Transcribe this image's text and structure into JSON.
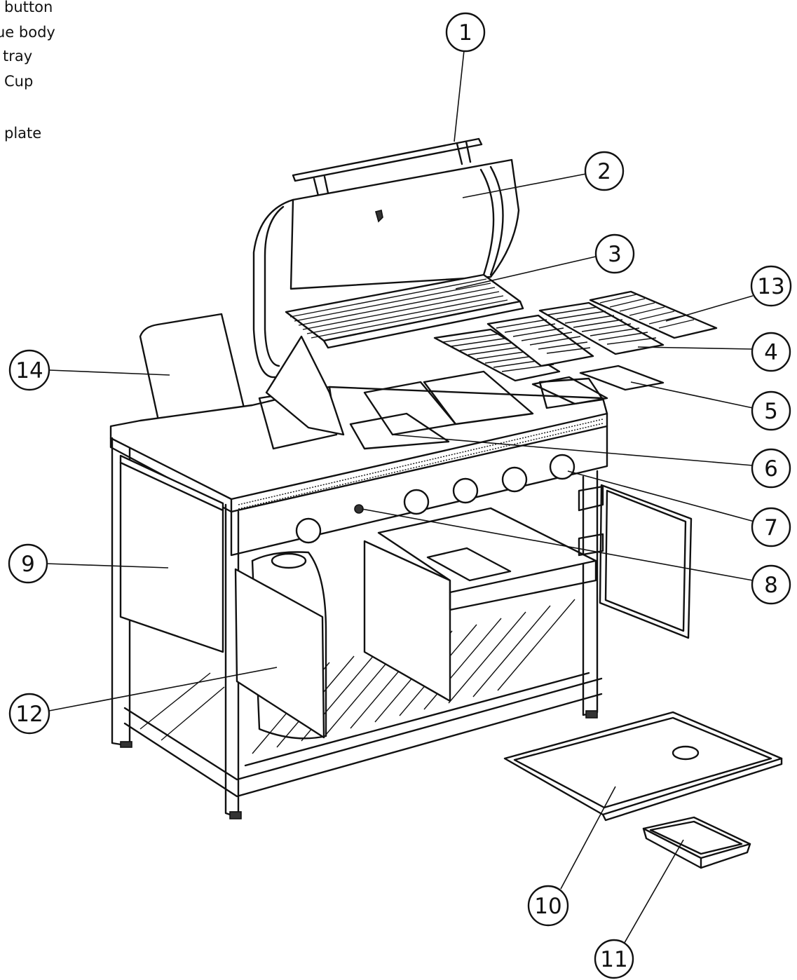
{
  "legend": {
    "items": [
      "button",
      "ue body",
      "tray",
      "Cup",
      "plate"
    ]
  },
  "callouts": [
    "1",
    "2",
    "3",
    "4",
    "5",
    "6",
    "7",
    "8",
    "9",
    "10",
    "11",
    "12",
    "13",
    "14"
  ],
  "colors": {
    "ink": "#111111",
    "background": "#ffffff"
  }
}
